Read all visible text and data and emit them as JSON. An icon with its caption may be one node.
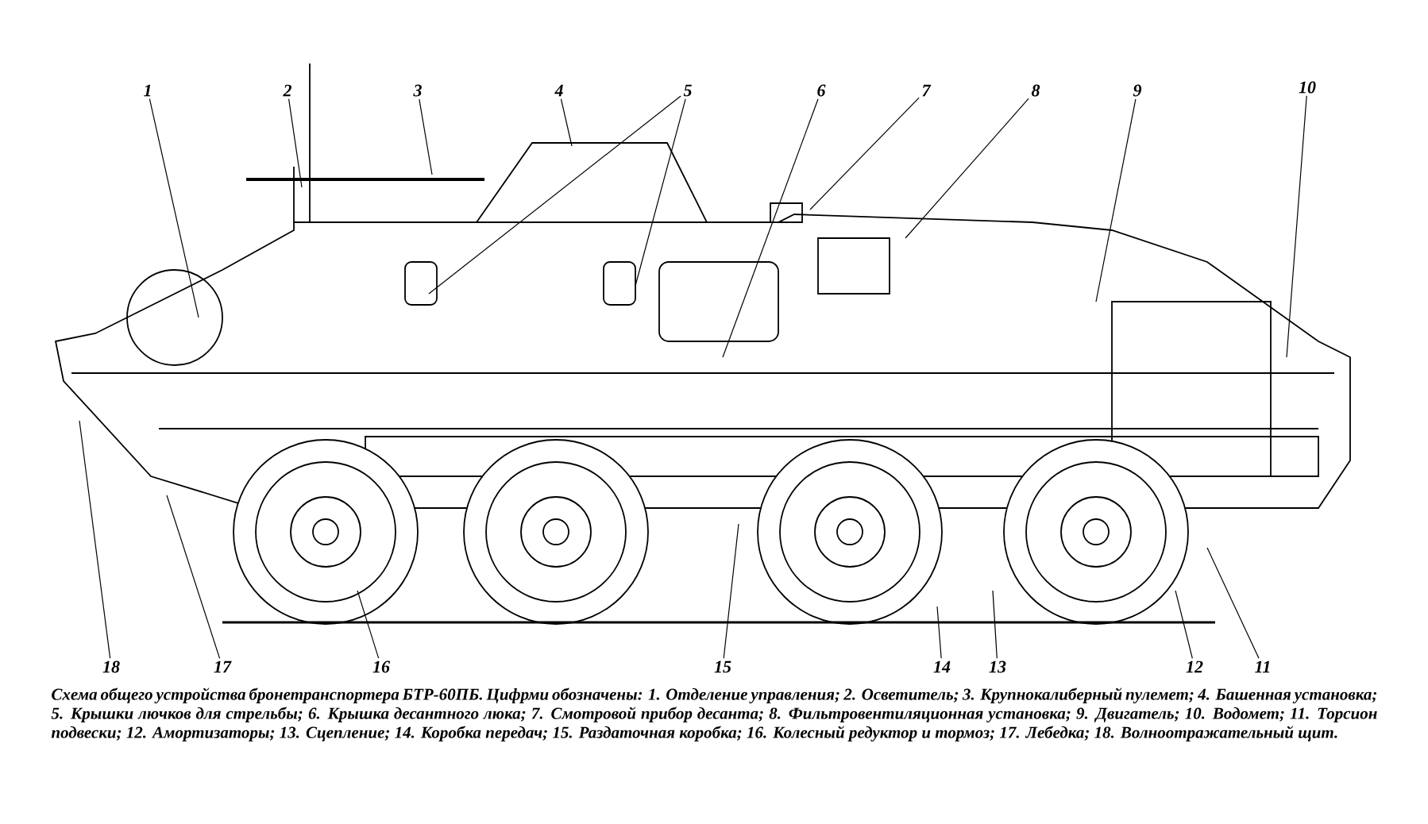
{
  "diagram": {
    "caption": "Схема общего устройства бронетранспортера БТР-60ПБ. Цифрми обозначены: 1. Отделение управления; 2. Осветитель; 3. Крупнокалиберный пулемет; 4. Башенная установка; 5. Крышки лючков для стрельбы; 6. Крышка десантного люка; 7. Смотровой прибор десанта; 8. Фильтровентиляционная установка; 9. Двигатель; 10. Водомет; 11. Торсион подвески; 12. Амортизаторы; 13. Сцепление; 14. Коробка передач; 15. Раздаточная коробка; 16. Колесный редуктор и тормоз; 17. Лебедка; 18. Волноотражательный щит.",
    "nodes": [
      {
        "text": [
          "1"
        ]
      },
      {
        "text": [
          "2"
        ]
      },
      {
        "text": [
          "3"
        ]
      },
      {
        "text": [
          "4"
        ]
      },
      {
        "text": [
          "5"
        ]
      },
      {
        "text": [
          "6"
        ]
      },
      {
        "text": [
          "7"
        ]
      },
      {
        "text": [
          "8"
        ]
      },
      {
        "text": [
          "9"
        ]
      },
      {
        "text": [
          "10"
        ]
      },
      {
        "text": [
          "11"
        ]
      },
      {
        "text": [
          "12"
        ]
      },
      {
        "text": [
          "13"
        ]
      },
      {
        "text": [
          "14"
        ]
      },
      {
        "text": [
          "15"
        ]
      },
      {
        "text": [
          "16"
        ]
      },
      {
        "text": [
          "17"
        ]
      },
      {
        "text": [
          "18"
        ]
      }
    ],
    "edges": [
      {
        "from": 0,
        "to": null,
        "arrow": "none"
      },
      {
        "from": 1,
        "to": null,
        "arrow": "none"
      },
      {
        "from": 2,
        "to": null,
        "arrow": "none"
      },
      {
        "from": 3,
        "to": null,
        "arrow": "none"
      },
      {
        "from": 4,
        "to": null,
        "arrow": "none"
      },
      {
        "from": 4,
        "to": null,
        "arrow": "none"
      },
      {
        "from": 5,
        "to": null,
        "arrow": "none"
      },
      {
        "from": 6,
        "to": null,
        "arrow": "none"
      },
      {
        "from": 7,
        "to": null,
        "arrow": "none"
      },
      {
        "from": 8,
        "to": null,
        "arrow": "none"
      },
      {
        "from": 9,
        "to": null,
        "arrow": "none"
      },
      {
        "from": 10,
        "to": null,
        "arrow": "none"
      },
      {
        "from": 11,
        "to": null,
        "arrow": "none"
      },
      {
        "from": 12,
        "to": null,
        "arrow": "none"
      },
      {
        "from": 13,
        "to": null,
        "arrow": "none"
      },
      {
        "from": 14,
        "to": null,
        "arrow": "none"
      },
      {
        "from": 15,
        "to": null,
        "arrow": "none"
      },
      {
        "from": 16,
        "to": null,
        "arrow": "none"
      },
      {
        "from": 17,
        "to": null,
        "arrow": "none"
      }
    ]
  }
}
